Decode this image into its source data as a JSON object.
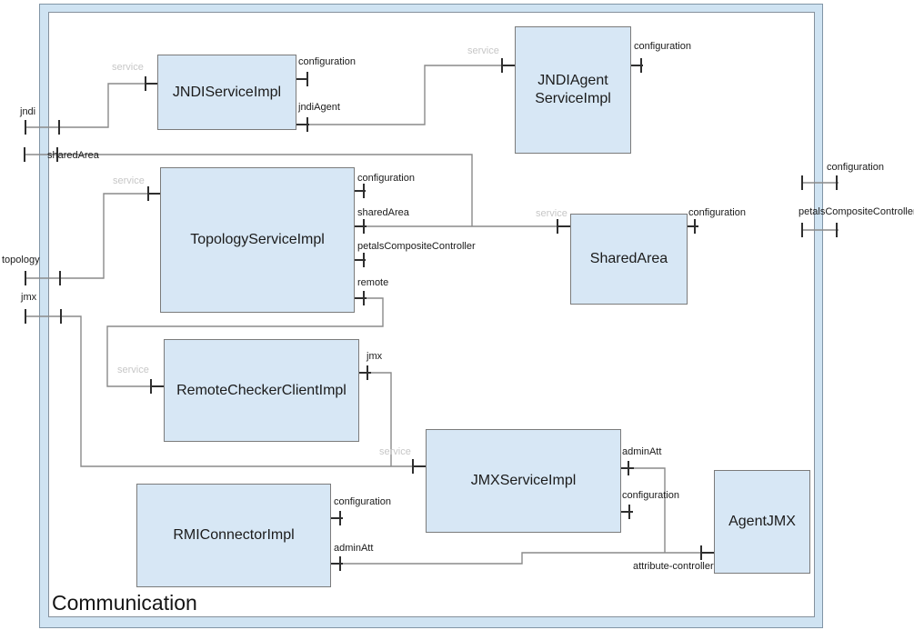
{
  "diagram": {
    "title": "Communication",
    "colors": {
      "component_fill": "#d7e7f5",
      "frame_fill": "#cfe3f2",
      "box_border": "#7b7b7b",
      "connector": "#8a8a8a",
      "port": "#2f2f2f",
      "muted_port_label": "#c7c7c7",
      "label": "#1a1a1a"
    },
    "frame_ports": [
      {
        "name": "jndi",
        "side": "left"
      },
      {
        "name": "sharedArea",
        "side": "left"
      },
      {
        "name": "topology",
        "side": "left"
      },
      {
        "name": "jmx",
        "side": "left"
      },
      {
        "name": "configuration",
        "side": "right"
      },
      {
        "name": "petalsCompositeController",
        "side": "right"
      }
    ],
    "components": [
      {
        "id": "jndi-service",
        "label": "JNDIServiceImpl",
        "ports": [
          {
            "name": "service",
            "side": "left"
          },
          {
            "name": "configuration",
            "side": "right"
          },
          {
            "name": "jndiAgent",
            "side": "right"
          }
        ]
      },
      {
        "id": "jndi-agent-service",
        "label": "JNDIAgent\nServiceImpl",
        "ports": [
          {
            "name": "service",
            "side": "left"
          },
          {
            "name": "configuration",
            "side": "right"
          }
        ]
      },
      {
        "id": "topology-service",
        "label": "TopologyServiceImpl",
        "ports": [
          {
            "name": "service",
            "side": "left"
          },
          {
            "name": "configuration",
            "side": "right"
          },
          {
            "name": "sharedArea",
            "side": "right"
          },
          {
            "name": "petalsCompositeController",
            "side": "right"
          },
          {
            "name": "remote",
            "side": "right"
          }
        ]
      },
      {
        "id": "shared-area",
        "label": "SharedArea",
        "ports": [
          {
            "name": "service",
            "side": "left"
          },
          {
            "name": "configuration",
            "side": "right"
          }
        ]
      },
      {
        "id": "remote-checker-client",
        "label": "RemoteCheckerClientImpl",
        "ports": [
          {
            "name": "service",
            "side": "left"
          },
          {
            "name": "jmx",
            "side": "right"
          }
        ]
      },
      {
        "id": "jmx-service",
        "label": "JMXServiceImpl",
        "ports": [
          {
            "name": "service",
            "side": "left"
          },
          {
            "name": "adminAtt",
            "side": "right"
          },
          {
            "name": "configuration",
            "side": "right"
          }
        ]
      },
      {
        "id": "rmi-connector",
        "label": "RMIConnectorImpl",
        "ports": [
          {
            "name": "configuration",
            "side": "right"
          },
          {
            "name": "adminAtt",
            "side": "right"
          }
        ]
      },
      {
        "id": "agent-jmx",
        "label": "AgentJMX",
        "ports": [
          {
            "name": "attribute-controller",
            "side": "left"
          }
        ]
      }
    ]
  }
}
